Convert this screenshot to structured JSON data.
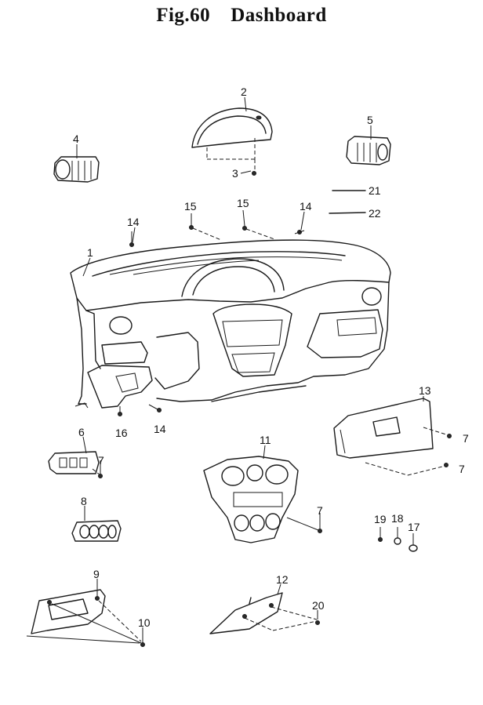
{
  "title": {
    "fig": "Fig.60",
    "name": "Dashboard"
  },
  "callouts": {
    "c1": "1",
    "c2": "2",
    "c3": "3",
    "c4": "4",
    "c5": "5",
    "c6": "6",
    "c7a": "7",
    "c7b": "7",
    "c7c": "7",
    "c7d": "7",
    "c8": "8",
    "c9": "9",
    "c10": "10",
    "c11": "11",
    "c12": "12",
    "c13": "13",
    "c14a": "14",
    "c14b": "14",
    "c14c": "14",
    "c15a": "15",
    "c15b": "15",
    "c16": "16",
    "c17": "17",
    "c18": "18",
    "c19": "19",
    "c20": "20",
    "c21": "21",
    "c22": "22"
  }
}
